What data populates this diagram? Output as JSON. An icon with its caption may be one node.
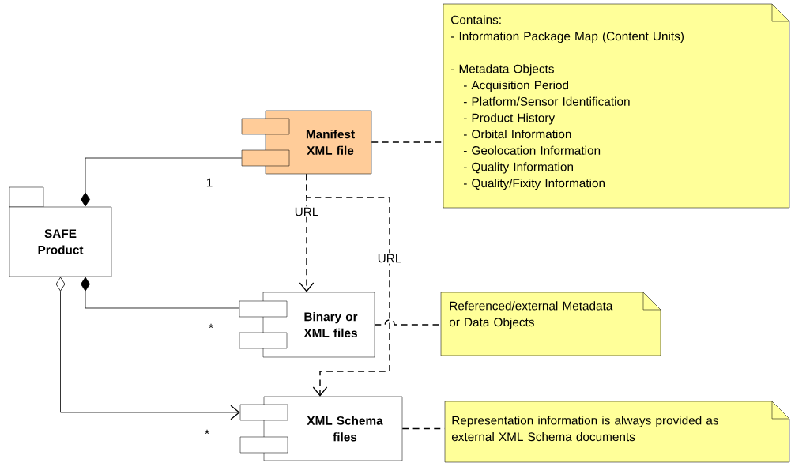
{
  "diagram": {
    "nodes": [
      {
        "text": [
          "SAFE Product"
        ]
      },
      {
        "text": [
          "Manifest XML file"
        ]
      },
      {
        "text": [
          "Binary or XML files"
        ]
      },
      {
        "text": [
          "XML Schema files"
        ]
      },
      {
        "text": [
          "Contains:",
          "- Information Package Map (Content Units)",
          "- Metadata Objects",
          "- Acquisition Period",
          "- Platform/Sensor Identification",
          "- Product History",
          "- Orbital Information",
          "- Geolocation Information",
          "- Quality Information",
          "- Quality/Fixity Information"
        ]
      },
      {
        "text": [
          "Referenced/external Metadata or Data Objects"
        ]
      },
      {
        "text": [
          "Representation information is always provided as external XML Schema documents"
        ]
      }
    ],
    "edges": [
      {
        "from": 0,
        "to": 1,
        "arrow": "other"
      },
      {
        "from": 0,
        "to": 2,
        "arrow": "other"
      },
      {
        "from": 0,
        "to": 3,
        "arrow": "to"
      },
      {
        "from": 1,
        "to": 2,
        "arrow": "to",
        "style": "dashed",
        "label": "URL"
      },
      {
        "from": 1,
        "to": 3,
        "arrow": "to",
        "style": "dashed",
        "label": "URL"
      },
      {
        "from": 1,
        "to": 4,
        "arrow": "none",
        "style": "dashed"
      },
      {
        "from": 2,
        "to": 5,
        "arrow": "none",
        "style": "dashed"
      },
      {
        "from": 3,
        "to": 6,
        "arrow": "none",
        "style": "dashed"
      }
    ],
    "labels": [
      "1",
      "*",
      "*"
    ]
  }
}
